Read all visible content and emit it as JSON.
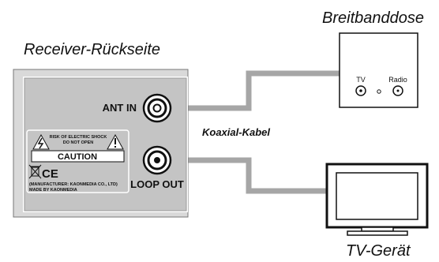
{
  "labels": {
    "receiver_back": "Receiver-Rückseite",
    "wall_socket": "Breitbanddose",
    "tv": "TV-Gerät",
    "cable": "Koaxial-Kabel"
  },
  "receiver": {
    "ant_in": "ANT IN",
    "loop_out": "LOOP OUT"
  },
  "warning_label": {
    "risk_line1": "RISK OF ELECTRIC SHOCK",
    "risk_line2": "DO NOT OPEN",
    "caution": "CAUTION",
    "ce_mark": "CE",
    "manufacturer": "(MANUFACTURER: KAONMEDIA CO., LTD)",
    "made_by": "MADE BY KAONMEDIA"
  },
  "wall_socket": {
    "tv_port": "TV",
    "radio_port": "Radio"
  },
  "colors": {
    "panel_outer": "#d9d9d9",
    "panel_inner": "#c4c4c4",
    "cable": "#a6a6a6",
    "outline": "#111111"
  }
}
